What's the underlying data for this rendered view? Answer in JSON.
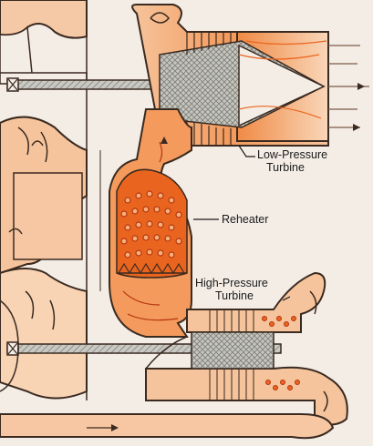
{
  "labels": {
    "low_pressure_turbine": [
      "Low-Pressure",
      "Turbine"
    ],
    "reheater": "Reheater",
    "high_pressure_turbine": [
      "High-Pressure",
      "Turbine"
    ]
  },
  "colors": {
    "background": "#f4ede6",
    "gas_light": "#f6c49c",
    "gas_mid": "#f39a5c",
    "gas_hot": "#e9651f",
    "outline": "#3a2a20",
    "shaft": "#9a9a94",
    "hub": "#bdbdb6",
    "reheater_dots": "#b43410"
  }
}
